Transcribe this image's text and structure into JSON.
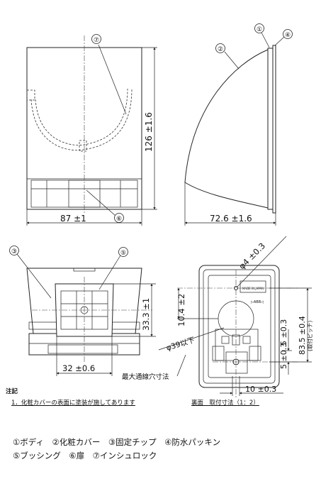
{
  "callouts": {
    "c1": "①",
    "c2": "②",
    "c3": "③",
    "c4": "④",
    "c5": "⑤",
    "c6": "⑥",
    "c7": "⑦"
  },
  "dimensions": {
    "front_width": "87 ±1",
    "front_height": "126 ±1.6",
    "side_depth": "72.6 ±1.6",
    "bottom_width": "32 ±0.6",
    "bottom_height": "33.3 ±1",
    "hole_diameter": "φ4 ±0.3",
    "hole_offset": "10.4 ±2",
    "cable_hole": "φ39以下",
    "mount_pitch": "83.5 ±0.4",
    "mount_pitch_note": "(取付ピッチ)",
    "rear_5": "5 ±0.3",
    "rear_10": "10 ±0.3",
    "rear_label_text": "MADE IN JAPAN",
    "rear_arrow_text": "▷ABB◁"
  },
  "labels": {
    "max_hole": "最大通線穴寸法",
    "rear_caption": "裏面　取付寸法（1：2）",
    "notes_title": "注記",
    "note_1": "1．化粧カバーの表面に塗装が施してあります"
  },
  "legend": {
    "row1": "①ボディ　②化粧カバー　③固定チップ　④防水パッキン",
    "row2": "⑤ブッシング　⑥扉　⑦インシュロック"
  }
}
